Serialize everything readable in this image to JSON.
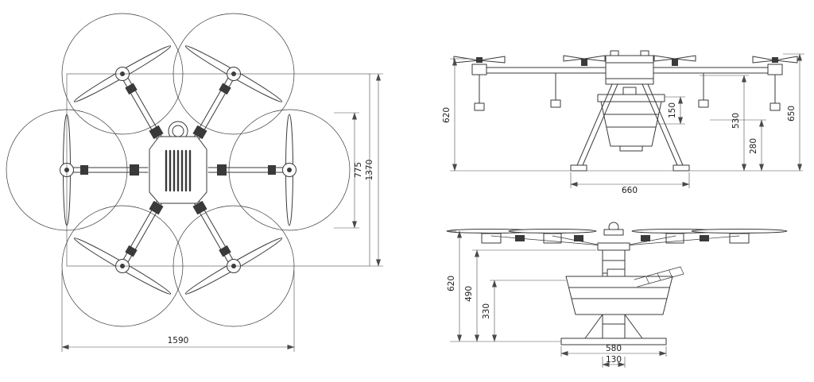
{
  "canvas": {
    "background": "#ffffff",
    "ink": "#3a3a3a",
    "dim_ink": "#4a4a4a"
  },
  "top_view": {
    "dim_width": "1590",
    "dim_height": "1370",
    "dim_inner": "775"
  },
  "front_view": {
    "dim_height_left": "620",
    "dim_track": "660",
    "dim_tank": "150",
    "dim_body_height": "530",
    "dim_clearance": "280",
    "dim_height_right": "650"
  },
  "side_view": {
    "dim_height": "620",
    "dim_height_mid": "490",
    "dim_height_low": "330",
    "dim_skid": "580",
    "dim_column": "130"
  }
}
